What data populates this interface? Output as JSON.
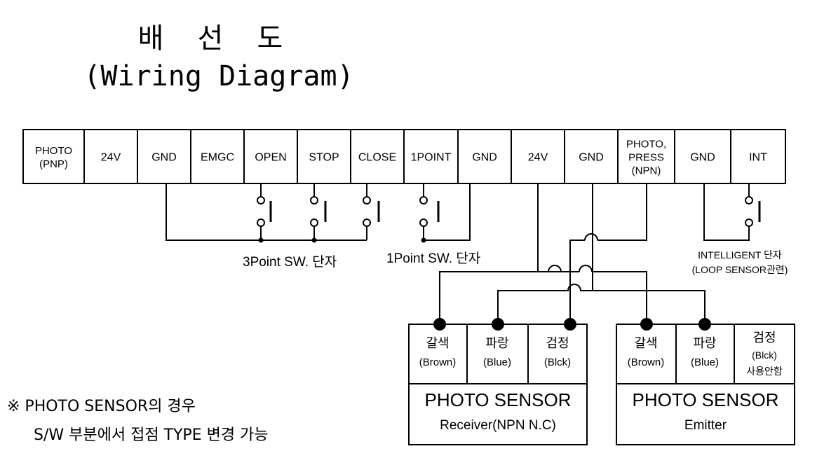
{
  "title": {
    "korean": "배  선  도",
    "english": "(Wiring Diagram)"
  },
  "terminals": [
    [
      "PHOTO",
      "(PNP)"
    ],
    [
      "24V"
    ],
    [
      "GND"
    ],
    [
      "EMGC"
    ],
    [
      "OPEN"
    ],
    [
      "STOP"
    ],
    [
      "CLOSE"
    ],
    [
      "1POINT"
    ],
    [
      "GND"
    ],
    [
      "24V"
    ],
    [
      "GND"
    ],
    [
      "PHOTO,",
      "PRESS",
      "(NPN)"
    ],
    [
      "GND"
    ],
    [
      "INT"
    ]
  ],
  "labels": {
    "three_point": "3Point SW. 단자",
    "one_point": "1Point SW. 단자",
    "intelligent_1": "INTELLIGENT 단자",
    "intelligent_2": "(LOOP SENSOR관련)"
  },
  "receiver": {
    "wires": [
      {
        "ko": "갈색",
        "en": "(Brown)"
      },
      {
        "ko": "파랑",
        "en": "(Blue)"
      },
      {
        "ko": "검정",
        "en": "(Blck)"
      }
    ],
    "name": "PHOTO SENSOR",
    "type": "Receiver(NPN N.C)"
  },
  "emitter": {
    "wires": [
      {
        "ko": "갈색",
        "en": "(Brown)"
      },
      {
        "ko": "파랑",
        "en": "(Blue)"
      },
      {
        "ko": "검정",
        "en": "(Blck)",
        "extra": "사용안함"
      }
    ],
    "name": "PHOTO SENSOR",
    "type": "Emitter"
  },
  "note": {
    "line1": "※ PHOTO SENSOR의 경우",
    "line2": "S/W 부분에서 접점 TYPE 변경 가능"
  }
}
